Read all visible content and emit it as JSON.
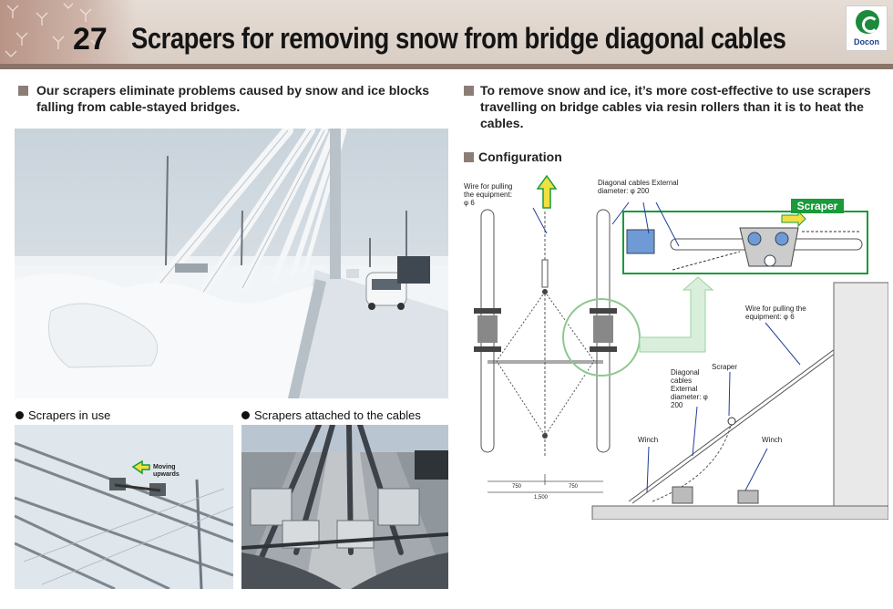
{
  "header": {
    "number": "27",
    "title": "Scrapers for removing snow from bridge diagonal cables",
    "logo_text": "Docon"
  },
  "intro_left": "Our scrapers eliminate problems caused by snow and ice blocks falling from cable-stayed bridges.",
  "intro_right": "To remove snow and ice, it’s more cost-effective to use scrapers travelling on bridge cables via resin rollers than it is to heat the cables.",
  "photos": {
    "caption_in_use": "Scrapers in use",
    "caption_attached": "Scrapers attached to the cables",
    "moving_label": "Moving upwards"
  },
  "configuration": {
    "heading": "Configuration",
    "wire_label": "Wire for pulling the equipment: φ 6",
    "diagonal_label": "Diagonal cables External diameter: φ 200",
    "scraper_tag": "Scraper",
    "wire_label_right": "Wire for pulling the equipment: φ 6",
    "scraper_label": "Scraper",
    "diagonal_label_lower": "Diagonal cables External diameter: φ 200",
    "winch_left": "Winch",
    "winch_right": "Winch",
    "dim_left": "750",
    "dim_right": "750",
    "dim_total": "1,500"
  },
  "colors": {
    "accent_green": "#1a9a3b",
    "header_band": "#8a7468",
    "bullet": "#8c7d76"
  }
}
